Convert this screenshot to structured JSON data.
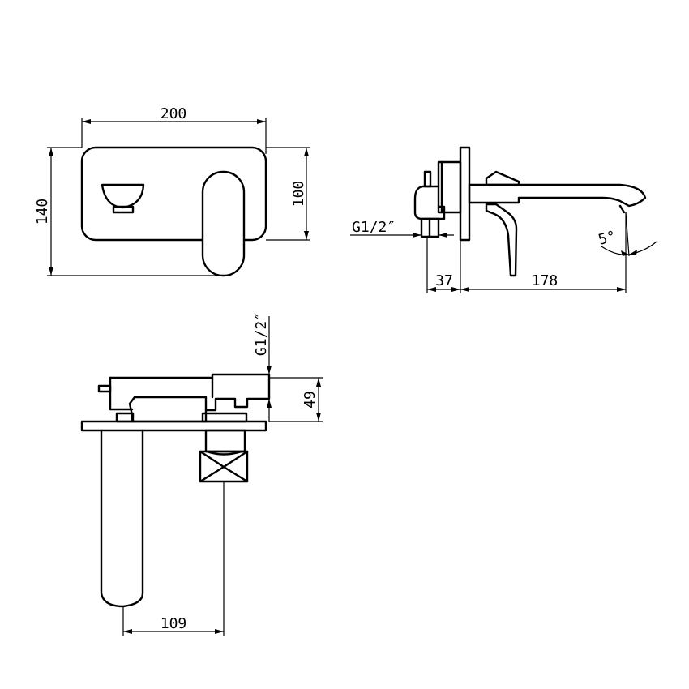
{
  "dimensions": {
    "plate_width": "200",
    "plate_height": "140",
    "handle_height": "100",
    "inlet_thread_side": "G1/2″",
    "inlet_depth": "37",
    "spout_length": "178",
    "spout_angle": "5°",
    "inlet_thread_top": "G1/2″",
    "body_depth": "49",
    "spout_center": "109"
  }
}
